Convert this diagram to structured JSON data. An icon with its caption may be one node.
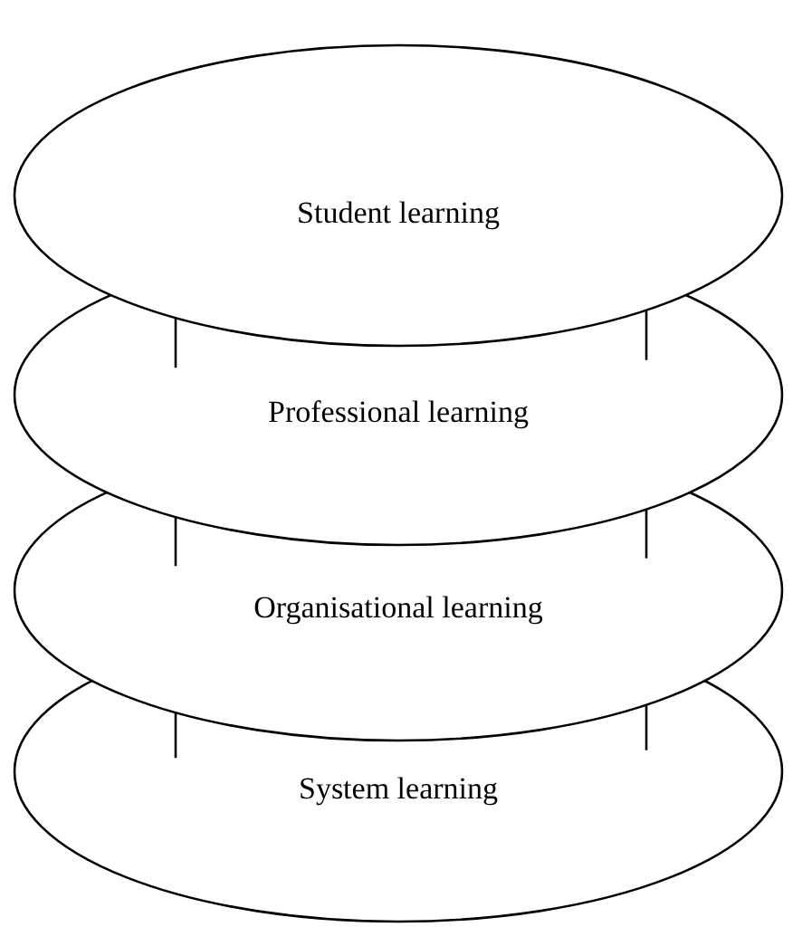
{
  "diagram": {
    "nodes": [
      {
        "text": [
          "Student learning"
        ]
      },
      {
        "text": [
          "Professional learning"
        ]
      },
      {
        "text": [
          "Organisational learning"
        ]
      },
      {
        "text": [
          "System learning"
        ]
      }
    ],
    "edges": [
      {
        "from": 0,
        "to": 1,
        "arrow": "none"
      },
      {
        "from": 0,
        "to": 1,
        "arrow": "none"
      },
      {
        "from": 1,
        "to": 2,
        "arrow": "none"
      },
      {
        "from": 1,
        "to": 2,
        "arrow": "none"
      },
      {
        "from": 2,
        "to": 3,
        "arrow": "none"
      },
      {
        "from": 2,
        "to": 3,
        "arrow": "none"
      }
    ]
  }
}
